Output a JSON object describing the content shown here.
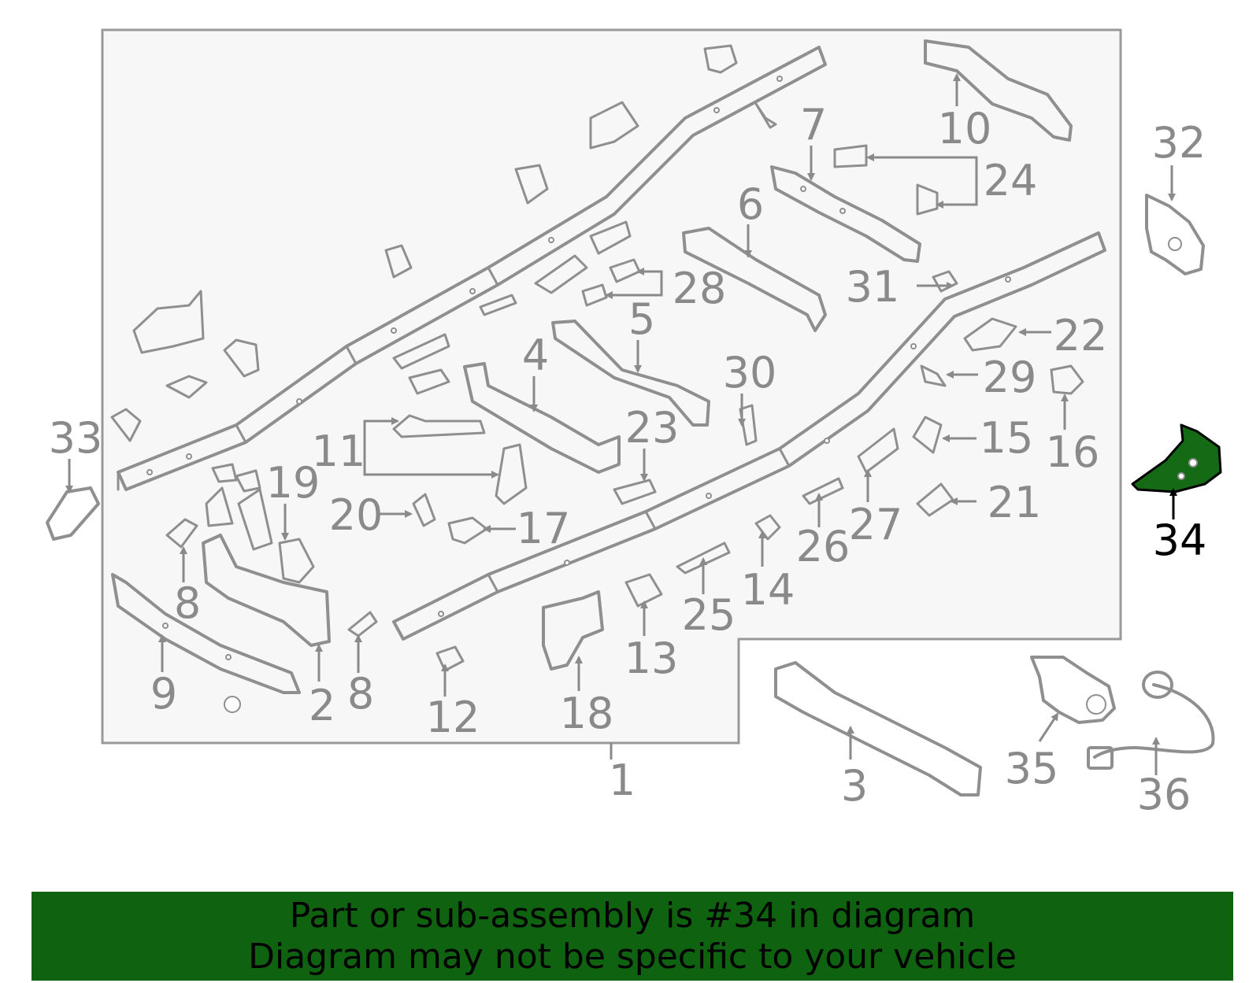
{
  "diagram": {
    "callouts": {
      "c1": "1",
      "c2": "2",
      "c3": "3",
      "c4": "4",
      "c5": "5",
      "c6": "6",
      "c7": "7",
      "c8a": "8",
      "c8b": "8",
      "c9": "9",
      "c10": "10",
      "c11": "11",
      "c12": "12",
      "c13": "13",
      "c14": "14",
      "c15": "15",
      "c16": "16",
      "c17": "17",
      "c18": "18",
      "c19": "19",
      "c20": "20",
      "c21": "21",
      "c22": "22",
      "c23": "23",
      "c24": "24",
      "c25": "25",
      "c26": "26",
      "c27": "27",
      "c28": "28",
      "c29": "29",
      "c30": "30",
      "c31": "31",
      "c32": "32",
      "c33": "33",
      "c34": "34",
      "c35": "35",
      "c36": "36"
    },
    "highlighted_part": "34",
    "colors": {
      "outline": "#8f8f8f",
      "frame_bg": "#f7f7f7",
      "highlight_fill": "#156b15",
      "banner_bg": "#0f620f"
    }
  },
  "banner": {
    "line1": "Part or sub-assembly is #34 in diagram",
    "line2": "Diagram may not be specific to your vehicle"
  }
}
